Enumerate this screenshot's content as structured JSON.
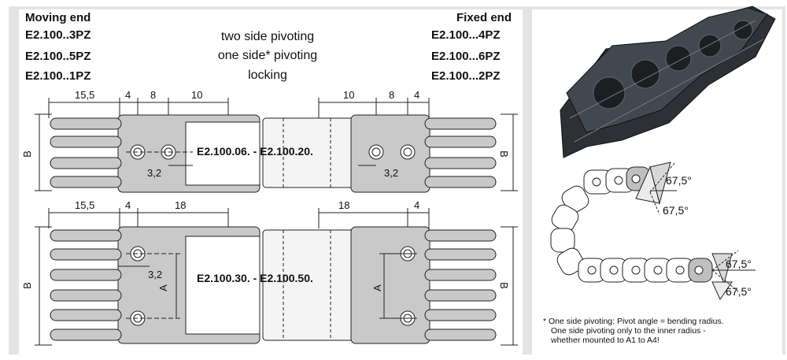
{
  "header": {
    "moving_end_title": "Moving end",
    "fixed_end_title": "Fixed end",
    "rows": [
      {
        "moving": "E2.100..3PZ",
        "type": "two side pivoting",
        "fixed": "E2.100...4PZ"
      },
      {
        "moving": "E2.100..5PZ",
        "type": "one side* pivoting",
        "fixed": "E2.100...6PZ"
      },
      {
        "moving": "E2.100..1PZ",
        "type": "locking",
        "fixed": "E2.100...2PZ"
      }
    ]
  },
  "top_drawing": {
    "dims_left": [
      "15,5",
      "4",
      "8",
      "10"
    ],
    "dims_right": [
      "10",
      "8",
      "4"
    ],
    "hole_dim": "3,2",
    "hole_dim_right": "3,2",
    "range_label": "E2.100.06. - E2.100.20.",
    "side_label": "B"
  },
  "bottom_drawing": {
    "dims_left": [
      "15,5",
      "4",
      "18"
    ],
    "dims_right": [
      "18",
      "4"
    ],
    "hole_dim": "3,2",
    "a_label": "A",
    "range_label": "E2.100.30. - E2.100.50.",
    "side_label": "B"
  },
  "angles": {
    "a1": "67,5°",
    "a2": "67,5°",
    "a3": "67,5°",
    "a4": "67,5°"
  },
  "footnote": {
    "line1": "* One side pivoting: Pivot angle = bending radius.",
    "line2": "One side pivoting only to the inner radius -",
    "line3": "whether mounted to A1 to A4!"
  },
  "colors": {
    "panel": "#e4e4e4",
    "part_fill": "#c9c9c9",
    "line": "#222222"
  }
}
